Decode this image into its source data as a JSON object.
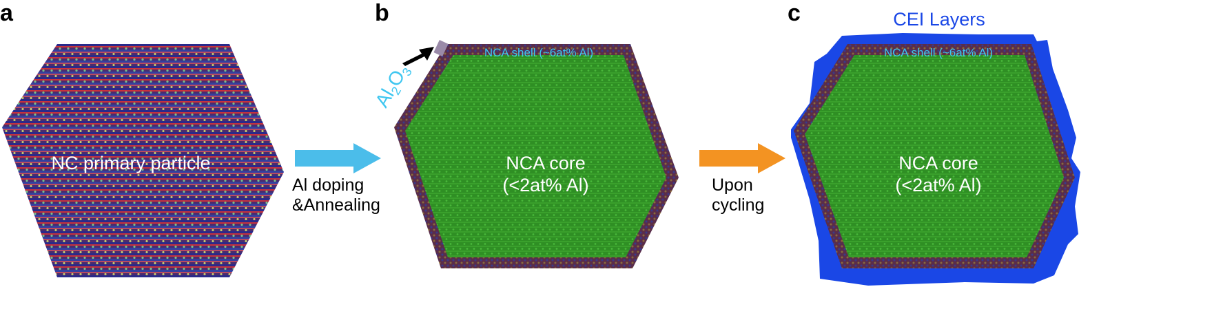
{
  "panels": {
    "a": {
      "letter": "a",
      "particle_label": "NC primary particle"
    },
    "b": {
      "letter": "b",
      "shell_label": "NCA shell (~6at% Al)",
      "core_line1": "NCA core",
      "core_line2": "(<2at% Al)",
      "coating_main": "Al",
      "coating_sub1": "2",
      "coating_mid": "O",
      "coating_sub2": "3"
    },
    "c": {
      "letter": "c",
      "layer_label": "CEI Layers",
      "shell_label": "NCA shell (~6at% Al)",
      "core_line1": "NCA core",
      "core_line2": "(<2at% Al)"
    }
  },
  "arrows": [
    {
      "line1": "Al doping",
      "line2": "&Annealing",
      "color": "#4bbdea"
    },
    {
      "line1": "Upon",
      "line2": "cycling",
      "color": "#f39322"
    }
  ],
  "colors": {
    "core_green": "#2f8f24",
    "shell_dark": "#5a2d4a",
    "cei_blue": "#1a47e6",
    "nc_blue": "#2a2a8a",
    "nc_red": "#c8323c"
  }
}
